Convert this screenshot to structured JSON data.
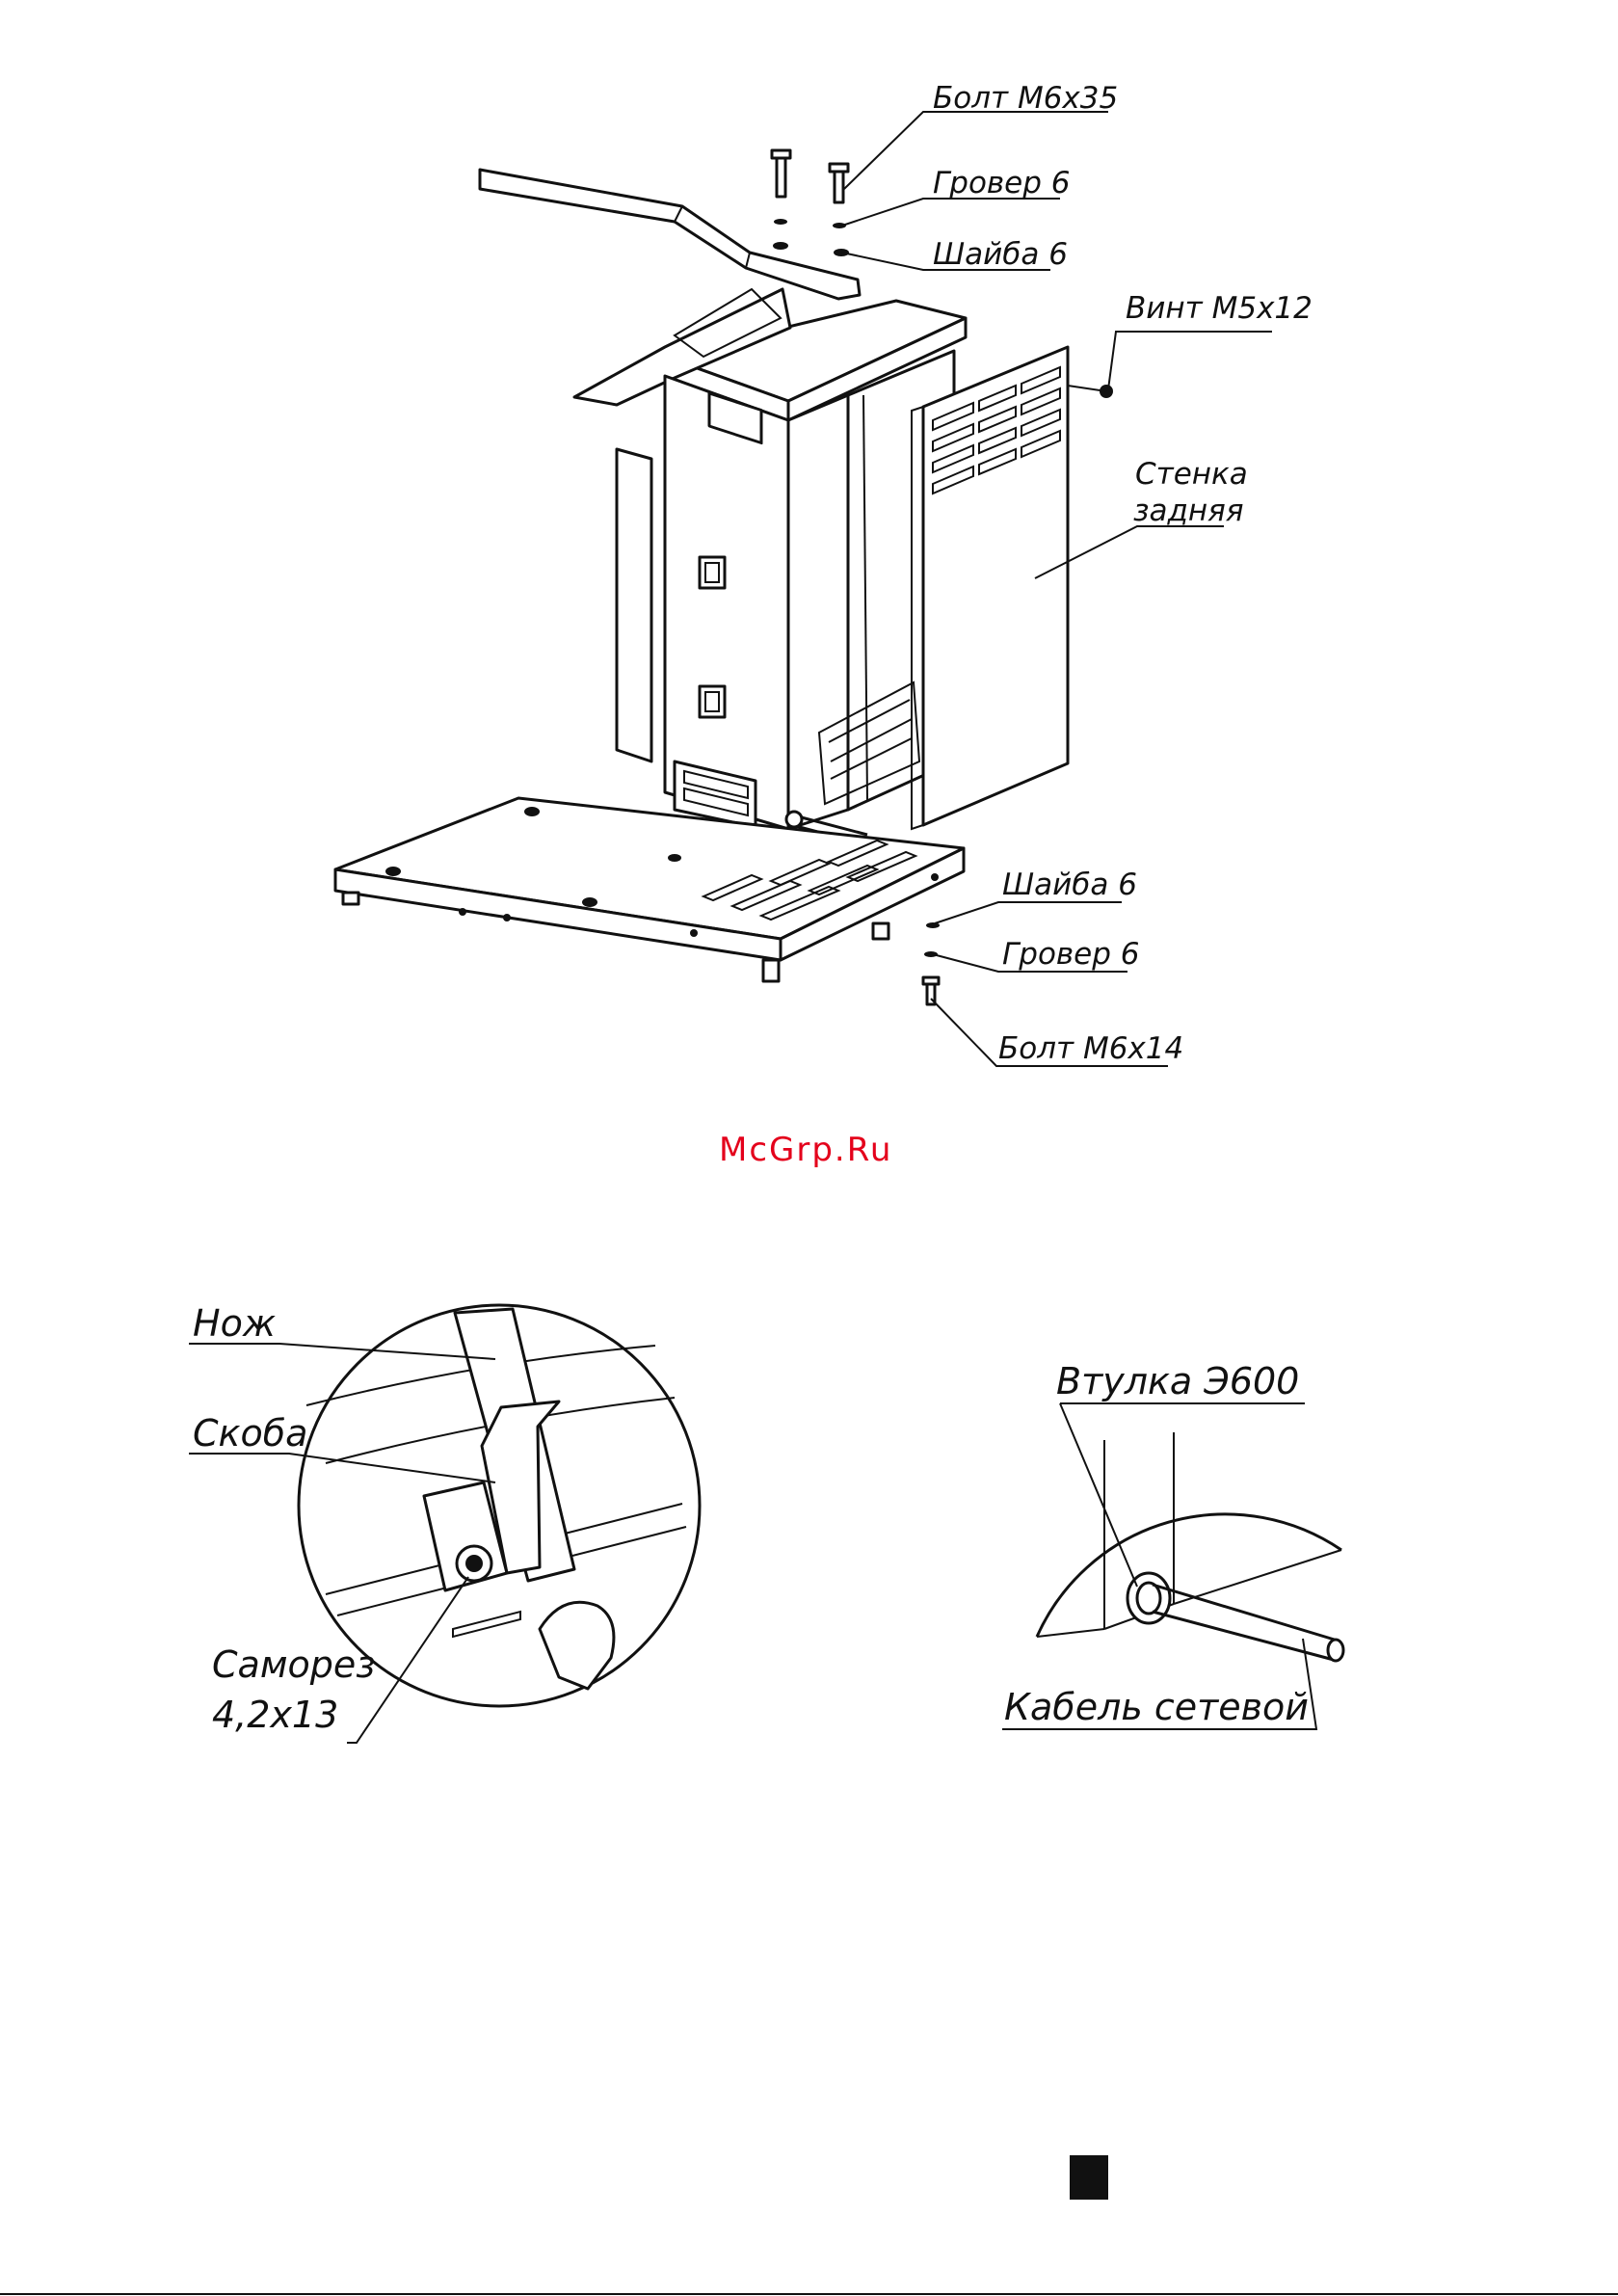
{
  "watermark": "McGrp.Ru",
  "main_assembly": {
    "labels": {
      "bolt_top": "Болт М6х35",
      "grover_top": "Гровер 6",
      "washer_top": "Шайба 6",
      "screw": "Винт М5х12",
      "back_wall_1": "Стенка",
      "back_wall_2": "задняя",
      "washer_bottom": "Шайба 6",
      "grover_bottom": "Гровер 6",
      "bolt_bottom": "Болт М6х14"
    }
  },
  "detail_knife": {
    "labels": {
      "knife": "Нож",
      "bracket": "Скоба",
      "self_tapping_1": "Саморез",
      "self_tapping_2": "4,2х13"
    }
  },
  "detail_cable": {
    "labels": {
      "bushing": "Втулка Э600",
      "cable": "Кабель сетевой"
    }
  }
}
